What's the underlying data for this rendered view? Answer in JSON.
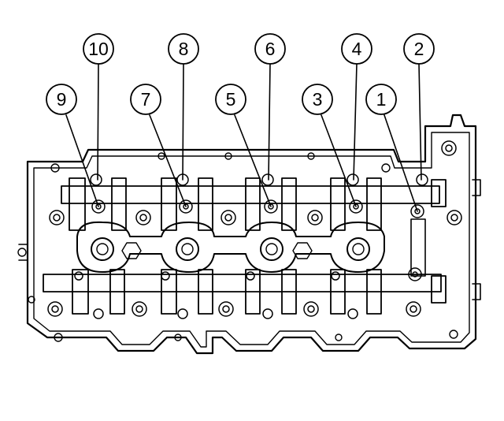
{
  "figure": {
    "subject": "cylinder head camshaft cap bolt tightening sequence",
    "colors": {
      "ink": "#000000",
      "paper": "#ffffff"
    }
  },
  "callouts": [
    {
      "id": "c1",
      "label": "1"
    },
    {
      "id": "c2",
      "label": "2"
    },
    {
      "id": "c3",
      "label": "3"
    },
    {
      "id": "c4",
      "label": "4"
    },
    {
      "id": "c5",
      "label": "5"
    },
    {
      "id": "c6",
      "label": "6"
    },
    {
      "id": "c7",
      "label": "7"
    },
    {
      "id": "c8",
      "label": "8"
    },
    {
      "id": "c9",
      "label": "9"
    },
    {
      "id": "c10",
      "label": "10"
    }
  ]
}
